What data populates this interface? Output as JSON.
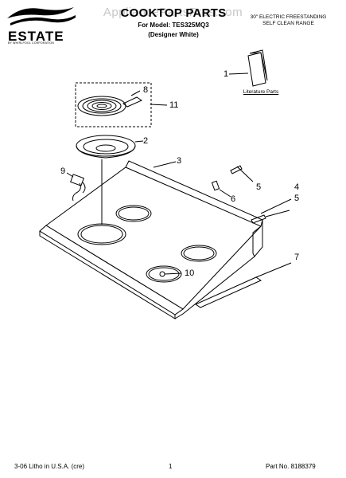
{
  "brand": {
    "name": "ESTATE",
    "subline": "BY WHIRLPOOL CORPORATION"
  },
  "watermark": "AppliancePartsPros.com",
  "header": {
    "title": "COOKTOP PARTS",
    "model_line": "For Model: TES325MQ3",
    "variant": "(Designer White)",
    "product_line1": "30\" ELECTRIC FREESTANDING",
    "product_line2": "SELF CLEAN RANGE"
  },
  "literature_label": "Literature Parts",
  "callouts": {
    "c1": "1",
    "c2": "2",
    "c3": "3",
    "c4": "4",
    "c5a": "5",
    "c5b": "5",
    "c6": "6",
    "c7": "7",
    "c8": "8",
    "c9": "9",
    "c10": "10",
    "c11": "11"
  },
  "footer": {
    "left": "3-06 Litho in U.S.A. (cre)",
    "page": "1",
    "part_no": "Part No. 8188379"
  }
}
